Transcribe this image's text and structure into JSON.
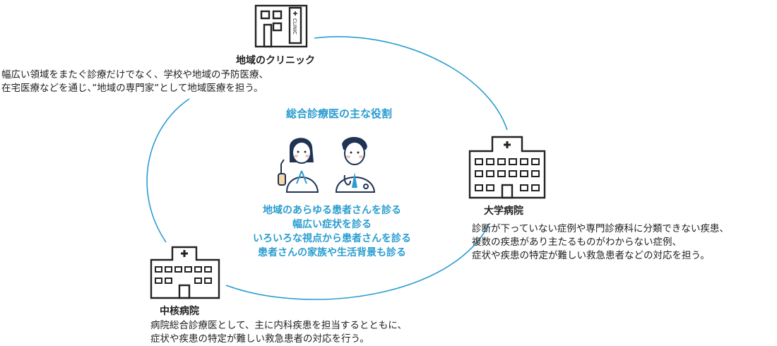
{
  "center": {
    "title": "総合診療医の主な役割",
    "roles": [
      "地域のあらゆる患者さんを診る",
      "幅広い症状を診る",
      "いろいろな視点から患者さんを診る",
      "患者さんの家族や生活背景も診る"
    ]
  },
  "clinic": {
    "sign_text": "CLINIC",
    "label": "地域のクリニック",
    "desc": [
      "幅広い領域をまたぐ診療だけでなく、学校や地域の予防医療、",
      "在宅医療などを通じ、”地域の専門家”として地域医療を担う。"
    ]
  },
  "university": {
    "label": "大学病院",
    "desc": [
      "診断が下っていない症例や専門診療科に分類できない疾患、",
      "複数の疾患があり主たるものがわからない症例、",
      "症状や疾患の特定が難しい救急患者などの対応を担う。"
    ]
  },
  "core": {
    "label": "中核病院",
    "desc": [
      "病院総合診療医として、主に内科疾患を担当するとともに、",
      "症状や疾患の特定が難しい救急患者の対応を行う。"
    ]
  },
  "colors": {
    "accent": "#2a9dd0",
    "text": "#222222"
  },
  "icons": [
    "clinic-building-icon",
    "university-hospital-icon",
    "core-hospital-icon",
    "female-doctor-icon",
    "male-doctor-icon"
  ]
}
